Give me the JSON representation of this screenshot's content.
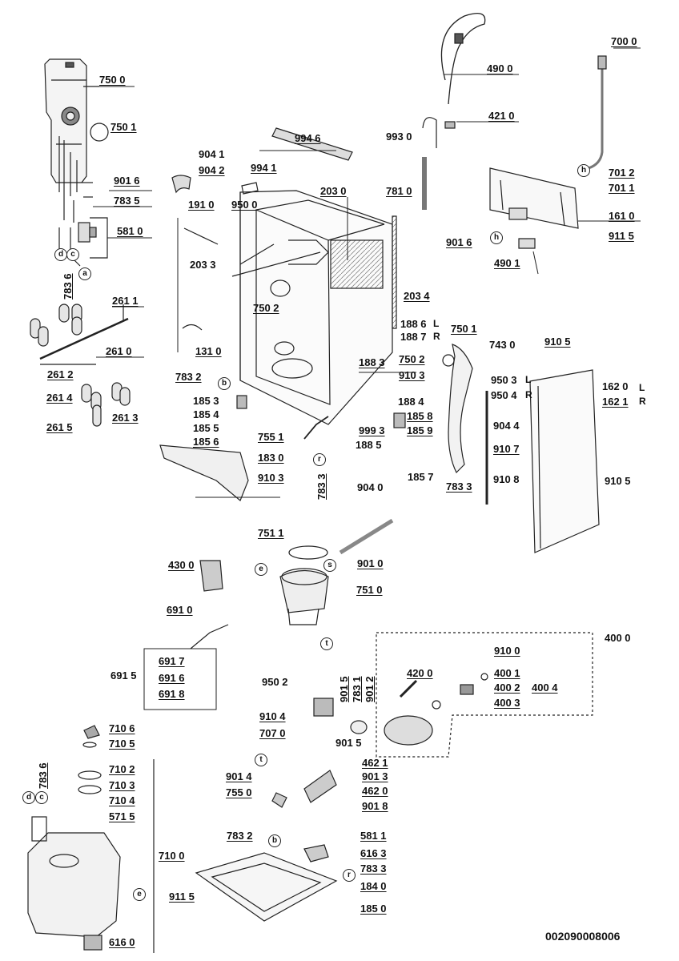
{
  "document_number": "002090008006",
  "callouts": [
    {
      "id": "c7500",
      "text": "750 0"
    },
    {
      "id": "c7501",
      "text": "750 1"
    },
    {
      "id": "c9016",
      "text": "901 6"
    },
    {
      "id": "c7835",
      "text": "783 5"
    },
    {
      "id": "c5810",
      "text": "581 0"
    },
    {
      "id": "c2611",
      "text": "261 1"
    },
    {
      "id": "c2610",
      "text": "261 0"
    },
    {
      "id": "c2612",
      "text": "261 2"
    },
    {
      "id": "c2614",
      "text": "261 4"
    },
    {
      "id": "c2613",
      "text": "261 3"
    },
    {
      "id": "c2615",
      "text": "261 5"
    },
    {
      "id": "c9946",
      "text": "994 6"
    },
    {
      "id": "c9041",
      "text": "904 1"
    },
    {
      "id": "c9042",
      "text": "904 2"
    },
    {
      "id": "c9941",
      "text": "994 1"
    },
    {
      "id": "c1910",
      "text": "191 0"
    },
    {
      "id": "c9500",
      "text": "950 0"
    },
    {
      "id": "c2030",
      "text": "203 0"
    },
    {
      "id": "c2033",
      "text": "203 3"
    },
    {
      "id": "c7502a",
      "text": "750 2"
    },
    {
      "id": "c2034",
      "text": "203 4"
    },
    {
      "id": "c1310",
      "text": "131 0"
    },
    {
      "id": "c7832",
      "text": "783 2"
    },
    {
      "id": "c1853",
      "text": "185 3"
    },
    {
      "id": "c1854",
      "text": "185 4"
    },
    {
      "id": "c1855",
      "text": "185 5"
    },
    {
      "id": "c1856",
      "text": "185 6"
    },
    {
      "id": "c7551",
      "text": "755 1"
    },
    {
      "id": "c1830",
      "text": "183 0"
    },
    {
      "id": "c9103a",
      "text": "910 3"
    },
    {
      "id": "c4900",
      "text": "490 0"
    },
    {
      "id": "c4210",
      "text": "421 0"
    },
    {
      "id": "c9930",
      "text": "993 0"
    },
    {
      "id": "c7810",
      "text": "781 0"
    },
    {
      "id": "c7000",
      "text": "700 0"
    },
    {
      "id": "c7012",
      "text": "701 2"
    },
    {
      "id": "c7011",
      "text": "701 1"
    },
    {
      "id": "c1610",
      "text": "161 0"
    },
    {
      "id": "c9016b",
      "text": "901 6"
    },
    {
      "id": "c9115",
      "text": "911 5"
    },
    {
      "id": "c4901",
      "text": "490 1"
    },
    {
      "id": "c1886",
      "text": "188 6"
    },
    {
      "id": "c1887",
      "text": "188 7"
    },
    {
      "id": "c7501b",
      "text": "750 1"
    },
    {
      "id": "c1883",
      "text": "188 3"
    },
    {
      "id": "c7502b",
      "text": "750 2"
    },
    {
      "id": "c9103b",
      "text": "910 3"
    },
    {
      "id": "c7430",
      "text": "743 0"
    },
    {
      "id": "c9105a",
      "text": "910 5"
    },
    {
      "id": "c9503",
      "text": "950 3"
    },
    {
      "id": "c9504",
      "text": "950 4"
    },
    {
      "id": "c1620",
      "text": "162 0"
    },
    {
      "id": "c1621",
      "text": "162 1"
    },
    {
      "id": "c1884",
      "text": "188 4"
    },
    {
      "id": "c1858",
      "text": "185 8"
    },
    {
      "id": "c9993",
      "text": "999 3"
    },
    {
      "id": "c1859",
      "text": "185 9"
    },
    {
      "id": "c1885",
      "text": "188 5"
    },
    {
      "id": "c9044",
      "text": "904 4"
    },
    {
      "id": "c9107",
      "text": "910 7"
    },
    {
      "id": "c9040",
      "text": "904 0"
    },
    {
      "id": "c1857",
      "text": "185 7"
    },
    {
      "id": "c7833a",
      "text": "783 3"
    },
    {
      "id": "c9108",
      "text": "910 8"
    },
    {
      "id": "c9105b",
      "text": "910 5"
    },
    {
      "id": "c7511",
      "text": "751 1"
    },
    {
      "id": "c4300",
      "text": "430 0"
    },
    {
      "id": "c9010",
      "text": "901 0"
    },
    {
      "id": "c7510",
      "text": "751 0"
    },
    {
      "id": "c6910",
      "text": "691 0"
    },
    {
      "id": "c6917",
      "text": "691 7"
    },
    {
      "id": "c6915",
      "text": "691 5"
    },
    {
      "id": "c6916",
      "text": "691 6"
    },
    {
      "id": "c6918",
      "text": "691 8"
    },
    {
      "id": "c4000",
      "text": "400 0"
    },
    {
      "id": "c9100",
      "text": "910 0"
    },
    {
      "id": "c4200",
      "text": "420 0"
    },
    {
      "id": "c4001",
      "text": "400 1"
    },
    {
      "id": "c4002",
      "text": "400 2"
    },
    {
      "id": "c4004",
      "text": "400 4"
    },
    {
      "id": "c4003",
      "text": "400 3"
    },
    {
      "id": "c9502",
      "text": "950 2"
    },
    {
      "id": "c9104",
      "text": "910 4"
    },
    {
      "id": "c7070",
      "text": "707 0"
    },
    {
      "id": "c9015",
      "text": "901 5"
    },
    {
      "id": "c4621",
      "text": "462 1"
    },
    {
      "id": "c9014",
      "text": "901 4"
    },
    {
      "id": "c9013",
      "text": "901 3"
    },
    {
      "id": "c7550",
      "text": "755 0"
    },
    {
      "id": "c4620",
      "text": "462 0"
    },
    {
      "id": "c9018",
      "text": "901 8"
    },
    {
      "id": "c7106",
      "text": "710 6"
    },
    {
      "id": "c7105",
      "text": "710 5"
    },
    {
      "id": "c7102",
      "text": "710 2"
    },
    {
      "id": "c7103",
      "text": "710 3"
    },
    {
      "id": "c7104",
      "text": "710 4"
    },
    {
      "id": "c5715",
      "text": "571 5"
    },
    {
      "id": "c7100",
      "text": "710 0"
    },
    {
      "id": "c9115b",
      "text": "911 5"
    },
    {
      "id": "c6160",
      "text": "616 0"
    },
    {
      "id": "c7832b",
      "text": "783 2"
    },
    {
      "id": "c5811",
      "text": "581 1"
    },
    {
      "id": "c6163",
      "text": "616 3"
    },
    {
      "id": "c7833b",
      "text": "783 3"
    },
    {
      "id": "c1840",
      "text": "184 0"
    },
    {
      "id": "c1850",
      "text": "185 0"
    }
  ],
  "vertical_callouts": [
    {
      "id": "v7836a",
      "text": "783 6"
    },
    {
      "id": "v7833",
      "text": "783 3"
    },
    {
      "id": "v9015",
      "text": "901 5"
    },
    {
      "id": "v7831",
      "text": "783 1"
    },
    {
      "id": "v9012",
      "text": "901 2"
    },
    {
      "id": "v7836b",
      "text": "783 6"
    }
  ],
  "side_letters": [
    {
      "id": "L1",
      "text": "L"
    },
    {
      "id": "R1",
      "text": "R"
    },
    {
      "id": "L2",
      "text": "L"
    },
    {
      "id": "R2",
      "text": "R"
    },
    {
      "id": "L3",
      "text": "L"
    },
    {
      "id": "R3",
      "text": "R"
    }
  ],
  "reference_markers": [
    {
      "id": "m-d1",
      "text": "d"
    },
    {
      "id": "m-c1",
      "text": "c"
    },
    {
      "id": "m-a",
      "text": "a"
    },
    {
      "id": "m-b1",
      "text": "b"
    },
    {
      "id": "m-r1",
      "text": "r"
    },
    {
      "id": "m-h1",
      "text": "h"
    },
    {
      "id": "m-h2",
      "text": "h"
    },
    {
      "id": "m-e1",
      "text": "e"
    },
    {
      "id": "m-s",
      "text": "s"
    },
    {
      "id": "m-t1",
      "text": "t"
    },
    {
      "id": "m-t2",
      "text": "t"
    },
    {
      "id": "m-d2",
      "text": "d"
    },
    {
      "id": "m-c2",
      "text": "c"
    },
    {
      "id": "m-e2",
      "text": "e"
    },
    {
      "id": "m-b2",
      "text": "b"
    },
    {
      "id": "m-r2",
      "text": "r"
    }
  ]
}
